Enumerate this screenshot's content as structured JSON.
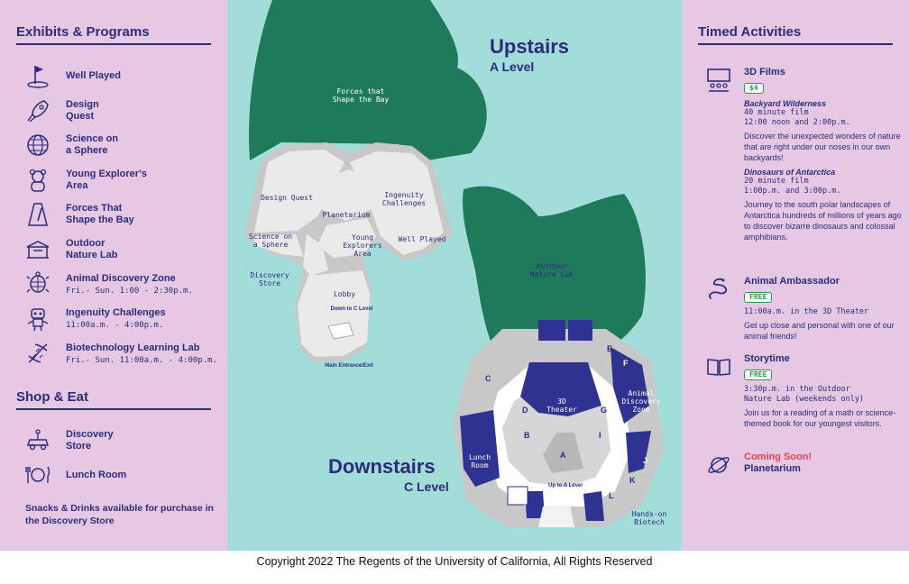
{
  "left": {
    "exhibits_title": "Exhibits & Programs",
    "exhibits": [
      {
        "label": "Well Played",
        "sub": "",
        "icon": "golf-flag-icon"
      },
      {
        "label": "Design\nQuest",
        "sub": "",
        "icon": "rocket-icon"
      },
      {
        "label": "Science on\na Sphere",
        "sub": "",
        "icon": "globe-sphere-icon"
      },
      {
        "label": "Young Explorer's\nArea",
        "sub": "",
        "icon": "teddy-bear-icon"
      },
      {
        "label": "Forces That\nShape the Bay",
        "sub": "",
        "icon": "metronome-icon"
      },
      {
        "label": "Outdoor\nNature Lab",
        "sub": "",
        "icon": "pavilion-icon"
      },
      {
        "label": "Animal Discovery Zone",
        "sub": "Fri.- Sun. 1:00 - 2:30p.m.",
        "icon": "turtle-icon"
      },
      {
        "label": "Ingenuity Challenges",
        "sub": "11:00a.m. - 4:00p.m.",
        "icon": "robot-icon"
      },
      {
        "label": "Biotechnology Learning Lab",
        "sub": "Fri.- Sun. 11:00a.m. - 4:00p.m.",
        "icon": "dna-icon"
      }
    ],
    "shop_title": "Shop & Eat",
    "shop": [
      {
        "label": "Discovery\nStore",
        "icon": "toy-car-icon"
      },
      {
        "label": "Lunch Room",
        "icon": "plate-fork-knife-icon"
      }
    ],
    "note": "Snacks & Drinks available for purchase in the Discovery Store"
  },
  "map": {
    "upstairs_title": "Upstairs",
    "upstairs_level": "A Level",
    "downstairs_title": "Downstairs",
    "downstairs_level": "C Level",
    "up": {
      "forces": "Forces that\nShape the Bay",
      "design": "Design Quest",
      "planetarium": "Planetarium",
      "ingenuity": "Ingenuity\nChallenges",
      "sphere": "Science on\na Sphere",
      "young": "Young\nExplorers\nArea",
      "well": "Well Played",
      "store": "Discovery\nStore",
      "lobby": "Lobby",
      "down_to": "Down to C Level",
      "entrance": "Main Entrance/Exit"
    },
    "down": {
      "outdoor": "Outdoor\nNature Lab",
      "theater": "3D\nTheater",
      "animal": "Animal\nDiscovery\nZone",
      "lunch": "Lunch\nRoom",
      "biotech": "Hands-on\nBiotech",
      "up_to": "Up to A Level",
      "letters": [
        "A",
        "B",
        "C",
        "D",
        "E",
        "F",
        "G",
        "I",
        "J",
        "K",
        "L"
      ]
    },
    "colors": {
      "teal": "#a2ddd9",
      "green": "#1f7a5c",
      "navy": "#2f3291",
      "gray": "#c8c8c8"
    }
  },
  "right": {
    "title": "Timed Activities",
    "films": {
      "name": "3D Films",
      "badge": "$4",
      "list": [
        {
          "title": "Backyard Wilderness",
          "length": "40 minute film",
          "times": "12:00 noon and 2:00p.m.",
          "desc": "Discover the unexpected wonders of nature that are right under our noses in our own backyards!"
        },
        {
          "title": "Dinosaurs of Antarctica",
          "length": "20 minute film",
          "times": "1:00p.m. and 3:00p.m.",
          "desc": "Journey to the south polar landscapes of Antarctica hundreds of millions of years ago to discover bizarre dinosaurs and colossal amphibians."
        }
      ]
    },
    "ambassador": {
      "name": "Animal Ambassador",
      "badge": "FREE",
      "time": "11:00a.m. in the 3D Theater",
      "desc": "Get up close and personal with one of our animal friends!"
    },
    "storytime": {
      "name": "Storytime",
      "badge": "FREE",
      "time": "3:30p.m. in the Outdoor\nNature Lab (weekends only)",
      "desc": "Join us for a reading of a math or science-themed book for our youngest visitors."
    },
    "planetarium": {
      "soon": "Coming Soon!",
      "name": "Planetarium"
    }
  },
  "footer": {
    "copyright": "Copyright 2022 The Regents of the University of California, All Rights Reserved"
  }
}
